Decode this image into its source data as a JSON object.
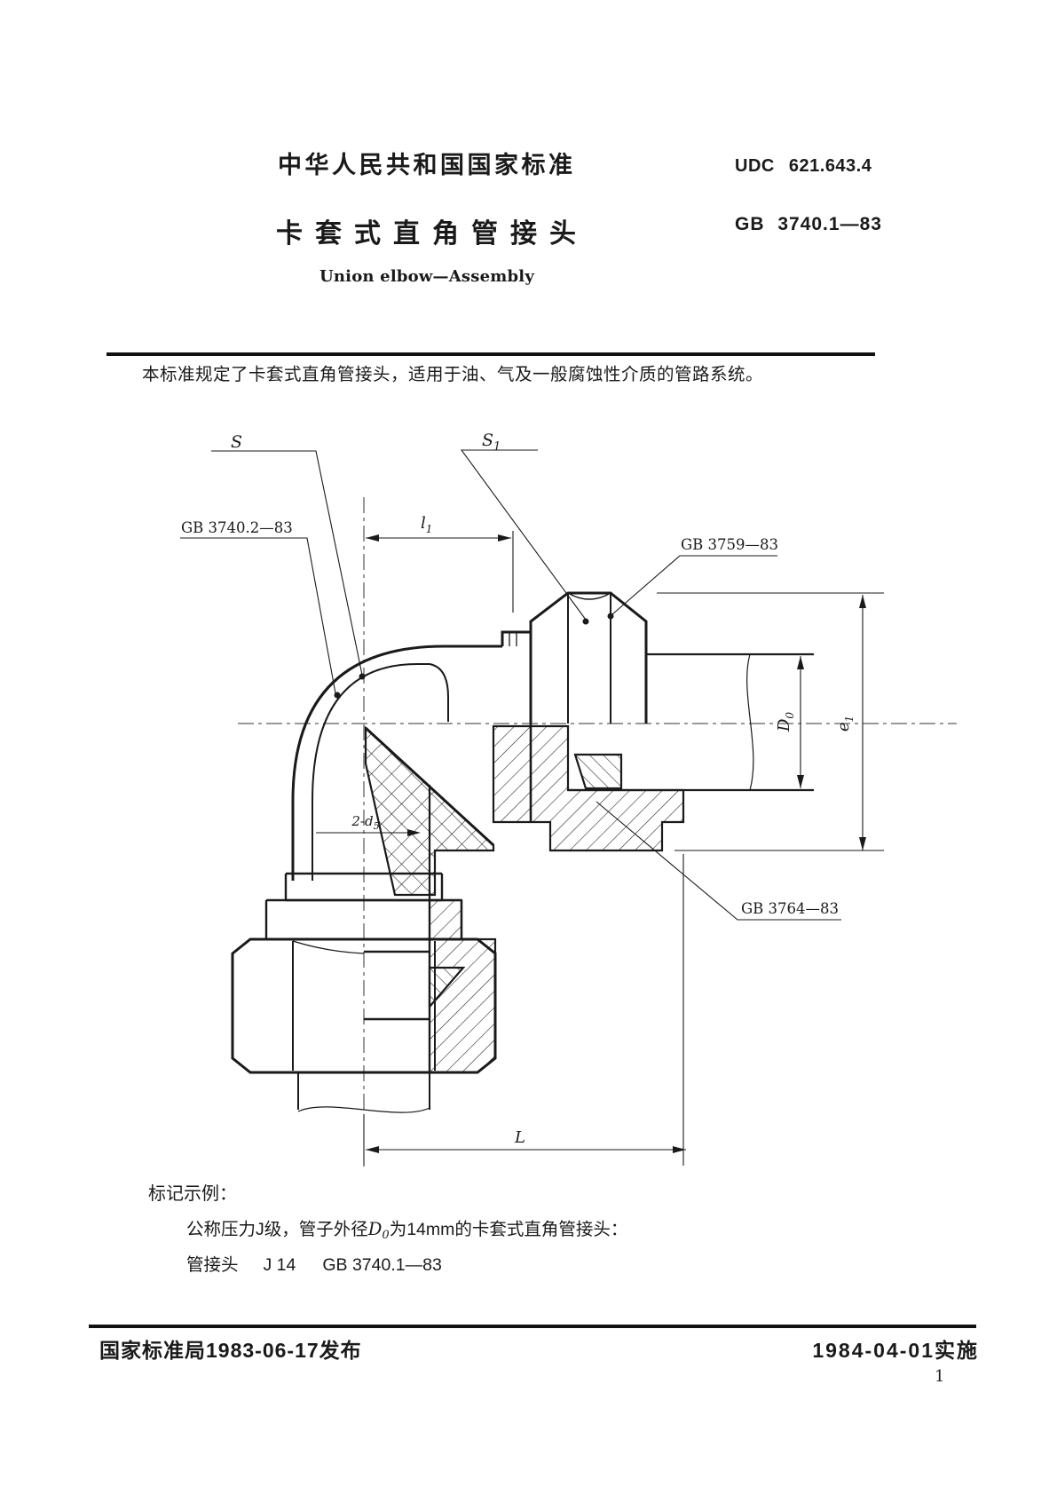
{
  "page": {
    "background": "#ffffff",
    "ink": "#1a1a1a"
  },
  "header": {
    "authority": "中华人民共和国国家标准",
    "udc": "UDC 621.643.4",
    "title_cn": "卡套式直角管接头",
    "standard_no": "GB 3740.1—83",
    "title_en": "Union elbow—Assembly"
  },
  "scope": {
    "text": "本标准规定了卡套式直角管接头，适用于油、气及一般腐蚀性介质的管路系统。"
  },
  "figure": {
    "labels": {
      "s": "S",
      "s1_base": "S",
      "s1_sub": "1",
      "gb_body": "GB 3740.2—83",
      "gb_nut": "GB 3759—83",
      "gb_ferrule": "GB 3764—83",
      "l1_base": "l",
      "l1_sub": "1",
      "d0_base": "D",
      "d0_sub": "0",
      "e1_base": "e",
      "e1_sub": "1",
      "two_d5_base": "2-d",
      "two_d5_sub": "5",
      "length": "L"
    }
  },
  "marking": {
    "heading": "标记示例：",
    "line1_pre": "公称压力J级，管子外径",
    "line1_sym": "D",
    "line1_sym_sub": "0",
    "line1_post": "为14mm的卡套式直角管接头：",
    "line2_item": "管接头",
    "line2_code": "J 14",
    "line2_std": "GB 3740.1—83"
  },
  "footer": {
    "issued": "国家标准局1983-06-17发布",
    "implemented": "1984-04-01实施",
    "page_no": "1"
  }
}
